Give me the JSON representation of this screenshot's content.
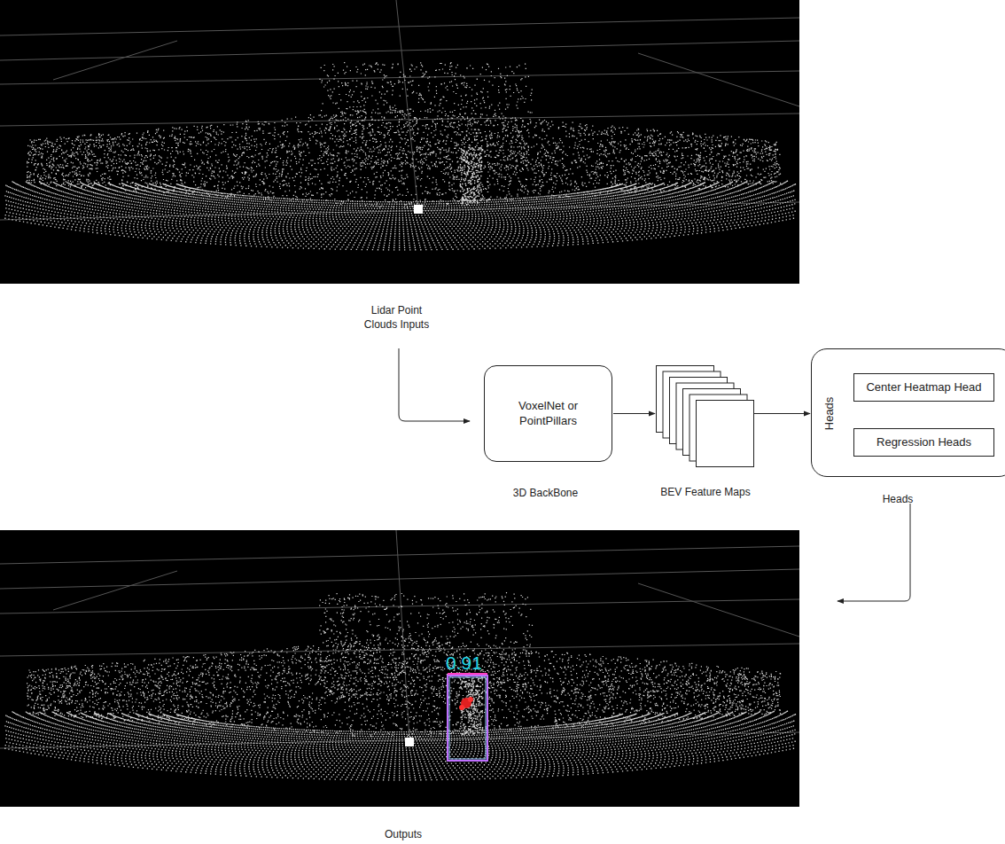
{
  "diagram": {
    "nodes": [
      {
        "text": [
          "VoxelNet or PointPillars",
          "3D BackBone"
        ]
      },
      {
        "text": [
          "BEV Feature Maps"
        ]
      },
      {
        "text": [
          "Heads",
          "Heads"
        ]
      },
      {
        "text": [
          "Center Heatmap Head"
        ],
        "in": 2
      },
      {
        "text": [
          "Regression Heads"
        ],
        "in": 2
      }
    ],
    "edges": [
      {
        "from": 0,
        "to": 1,
        "arrow": "to"
      },
      {
        "from": 1,
        "to": 2,
        "arrow": "to"
      }
    ],
    "labels": [
      "Lidar Point Clouds Inputs",
      "0.91",
      "Outputs"
    ]
  }
}
